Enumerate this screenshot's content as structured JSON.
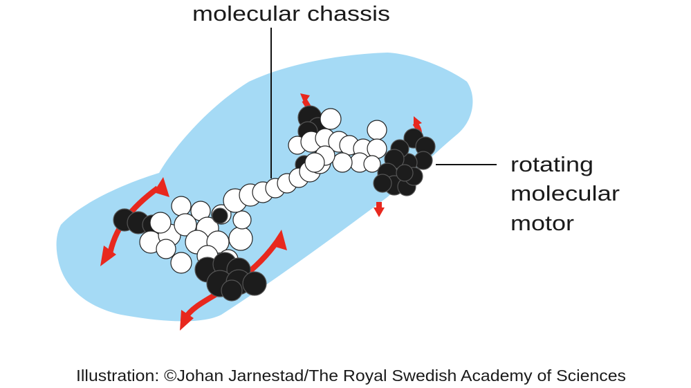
{
  "labels": {
    "chassis": "molecular chassis",
    "motor_line1": "rotating",
    "motor_line2": "molecular",
    "motor_line3": "motor"
  },
  "caption": "Illustration: ©Johan Jarnestad/The Royal Swedish Academy of Sciences",
  "colors": {
    "car_body": "#a5daf5",
    "arrow": "#e8281e",
    "atom_dark": "#1c1c1c",
    "atom_light": "#ffffff",
    "text": "#1a1a1a"
  }
}
